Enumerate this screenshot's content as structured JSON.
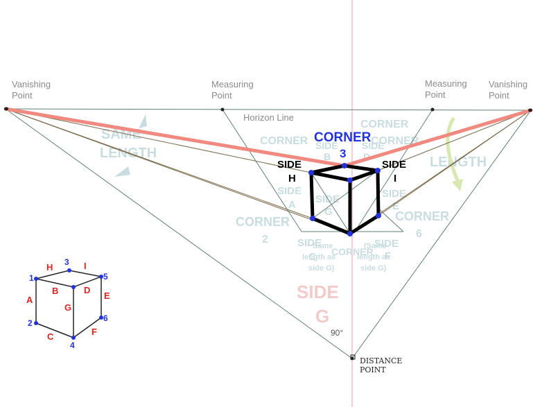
{
  "labels": {
    "vp_left_1": "Vanishing",
    "vp_left_2": "Point",
    "mp_left_1": "Measuring",
    "mp_left_2": "Point",
    "mp_right_1": "Measuring",
    "mp_right_2": "Point",
    "vp_right_1": "Vanishing",
    "vp_right_2": "Point",
    "horizon": "Horizon Line",
    "corner3_title": "CORNER",
    "corner3_num": "3",
    "side_h_1": "SIDE",
    "side_h_2": "H",
    "side_i_1": "SIDE",
    "side_i_2": "I",
    "angle": "90°",
    "distance_1": "DISTANCE",
    "distance_2": "POINT"
  },
  "ghost_text": {
    "same_1": "SAME",
    "same_2": "LENGTH",
    "length_r": "LENGTH",
    "corner_l": "CORNER",
    "corner_r": "CORNER",
    "corner_c": "CORNER",
    "side_b": "SIDE",
    "b": "B",
    "side_d": "SIDE",
    "d": "D",
    "side_a": "SIDE",
    "a": "A",
    "side_g_small": "SIDE",
    "g_small": "G",
    "side_e": "SIDE",
    "e": "E",
    "corner_2": "CORNER",
    "two": "2",
    "corner_6": "CORNER",
    "six": "6",
    "side_c": "SIDE",
    "c": "C",
    "side_f": "SIDE",
    "f": "F",
    "same_as_1": "Same",
    "same_as_2": "length as",
    "same_as_3": "side G)",
    "same_as_4": "(Same",
    "same_as_5": "length as",
    "same_as_6": "side G)",
    "corner_4": "CORNER",
    "side_g_big": "SIDE",
    "g_big": "G"
  },
  "legend": {
    "corner_nums": [
      "1",
      "2",
      "3",
      "4",
      "5",
      "6"
    ],
    "side_letters": [
      "A",
      "B",
      "C",
      "D",
      "E",
      "F",
      "G",
      "H",
      "I"
    ]
  },
  "colors": {
    "sight_lines": "#f08a80",
    "construction": "#5f7f77",
    "cube": "#000000",
    "vertex": "#2233dd",
    "blue_text": "#2233dd",
    "red_text": "#dd2222",
    "axis_pink": "#f3cfd6",
    "ghost_teal": "#c9dde0"
  }
}
